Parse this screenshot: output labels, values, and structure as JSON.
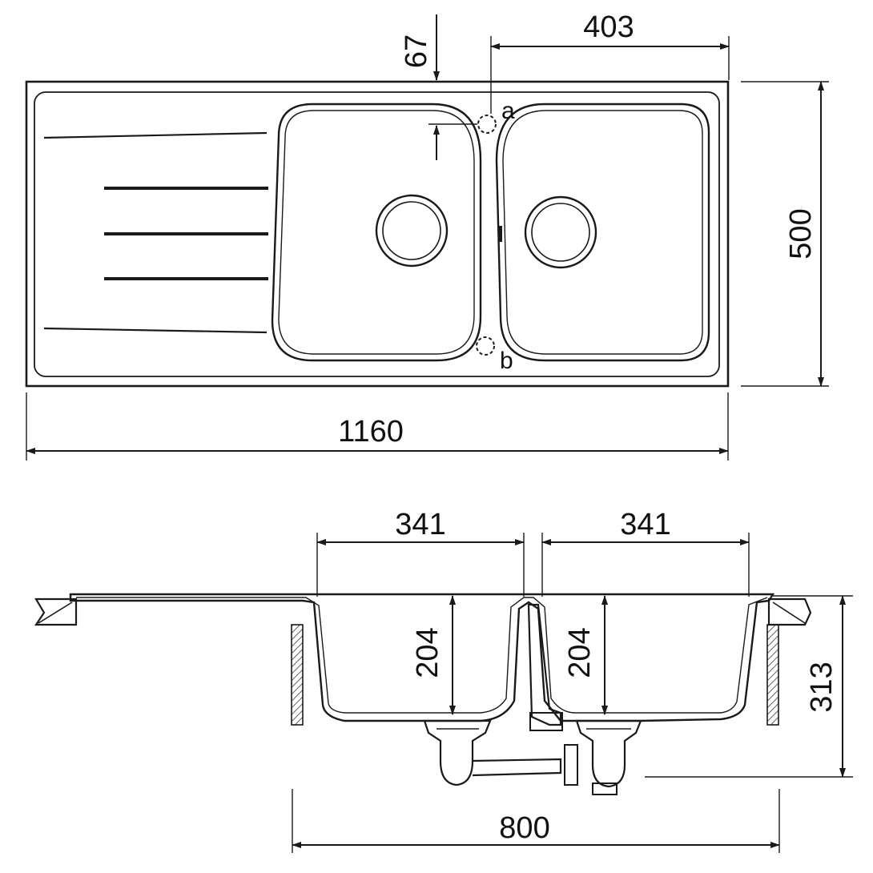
{
  "top_view": {
    "overall_width": "1160",
    "overall_depth": "500",
    "tap_offset": "67",
    "tap_spacing": "403",
    "marker_a": "a",
    "marker_b": "b"
  },
  "section_view": {
    "left_bowl_width": "341",
    "right_bowl_width": "341",
    "left_bowl_depth": "204",
    "right_bowl_depth": "204",
    "total_height": "313",
    "cabinet_width": "800"
  },
  "colors": {
    "line": "#1a1a1a",
    "background": "#ffffff"
  }
}
